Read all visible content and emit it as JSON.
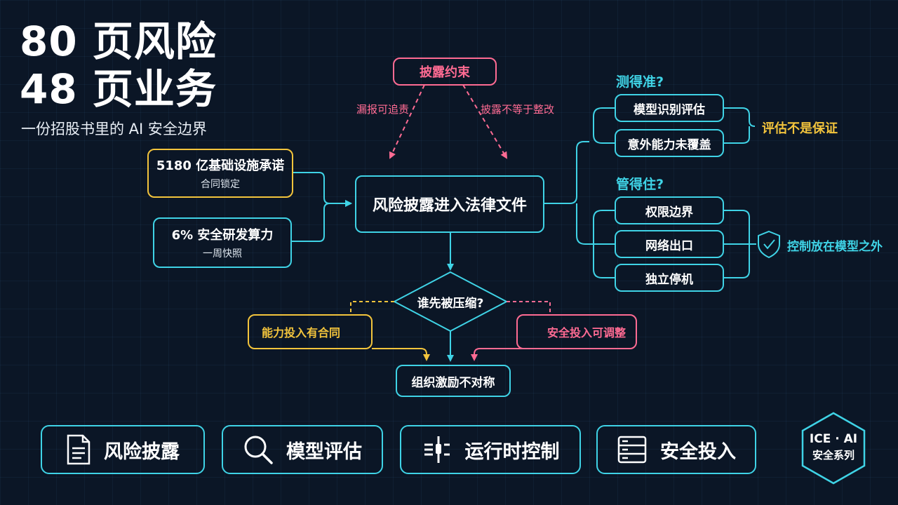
{
  "headline": {
    "line1": "80 页风险",
    "line2": "48 页业务",
    "subtitle": "一份招股书里的 AI 安全边界"
  },
  "top": {
    "constraint": "披露约束",
    "left_note": "漏报可追责",
    "right_note": "披露不等于整改"
  },
  "inputs": [
    {
      "title": "5180 亿基础设施承诺",
      "sub": "合同锁定"
    },
    {
      "title": "6% 安全研发算力",
      "sub": "一周快照"
    }
  ],
  "center": "风险披露进入法律文件",
  "decision": "谁先被压缩?",
  "branch_left": "能力投入有合同",
  "branch_right": "安全投入可调整",
  "outcome": "组织激励不对称",
  "measure": {
    "heading": "测得准?",
    "items": [
      "模型识别评估",
      "意外能力未覆盖"
    ],
    "conclusion": "评估不是保证"
  },
  "control": {
    "heading": "管得住?",
    "items": [
      "权限边界",
      "网络出口",
      "独立停机"
    ],
    "conclusion": "控制放在模型之外"
  },
  "cards": [
    {
      "label": "风险披露",
      "icon": "document-icon"
    },
    {
      "label": "模型评估",
      "icon": "search-icon"
    },
    {
      "label": "运行时控制",
      "icon": "sliders-icon"
    },
    {
      "label": "安全投入",
      "icon": "server-icon"
    }
  ],
  "badge": {
    "line1": "ICE · AI",
    "line2": "安全系列"
  },
  "colors": {
    "background": "#0b1626",
    "cyan": "#3fd3e6",
    "yellow": "#f3c43c",
    "pink": "#ff6b93"
  }
}
